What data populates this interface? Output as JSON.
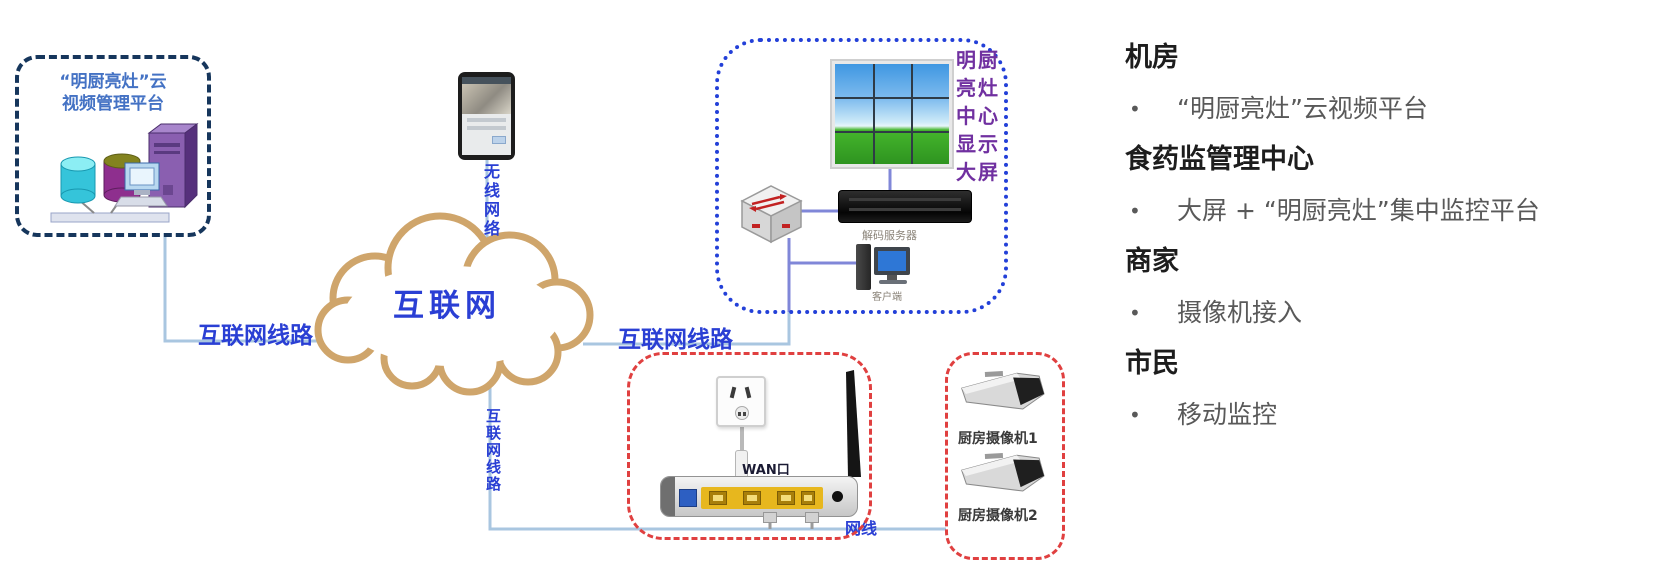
{
  "diagram": {
    "platform_box": {
      "title_line1": "“明厨亮灶”云",
      "title_line2": "视频管理平台"
    },
    "cloud": {
      "label": "互联网"
    },
    "phone": {
      "wireless_label": "无线网络"
    },
    "links": {
      "left_label": "互联网线路",
      "right_label": "互联网线路",
      "bottom_label": "互联网线路",
      "lan_label": "网线"
    },
    "monitor_center": {
      "caption": "明厨亮灶中心显示大屏",
      "decoder_label": "解码服务器",
      "client_label": "客户端"
    },
    "router_area": {
      "wan_label": "WAN口"
    },
    "camera_area": {
      "camera1_label": "厨房摄像机1",
      "camera2_label": "厨房摄像机2"
    }
  },
  "legend": {
    "bullet_glyph": "•",
    "sections": [
      {
        "heading": "机房",
        "bullet": "“明厨亮灶”云视频平台"
      },
      {
        "heading": "食药监管理中心",
        "bullet": "大屏 + “明厨亮灶”集中监控平台"
      },
      {
        "heading": "商家",
        "bullet": "摄像机接入"
      },
      {
        "heading": "市民",
        "bullet": "移动监控"
      }
    ]
  },
  "icons": {
    "cloud": "internet-cloud-icon",
    "phone": "mobile-phone-icon",
    "video_wall": "video-wall-icon",
    "switch": "network-switch-icon",
    "decoder": "rack-server-icon",
    "client_pc": "desktop-computer-icon",
    "outlet": "power-outlet-icon",
    "router": "wireless-router-icon",
    "cameras": "bullet-camera-icon",
    "databases": "database-cylinder-icon",
    "tower": "tower-server-icon"
  },
  "colors": {
    "line": "#a9c6e0",
    "inner_line": "#8087d8",
    "label_blue": "#2a3fd4",
    "platform_border": "#16365c",
    "platform_text": "#4472c4",
    "center_border": "#2340d8",
    "caption_purple": "#7030a0",
    "red_border": "#e04040",
    "cloud_stroke": "#cfa56b",
    "heading_text": "#1d1d1d",
    "bullet_text": "#595959"
  }
}
